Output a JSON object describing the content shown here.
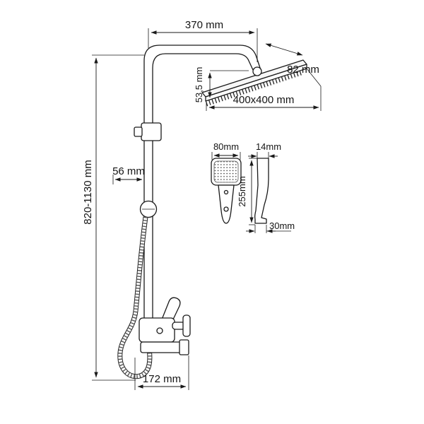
{
  "diagram": {
    "kind": "technical-drawing",
    "subject": "shower-system-with-rain-head-hand-shower-and-bath-mixer",
    "ink_color": "#1a1a1a",
    "background_color": "#ffffff",
    "dims": {
      "top_arm_width": "370 mm",
      "head_edge_offset": "82 mm",
      "head_drop": "53,5 mm",
      "head_size": "400x400 mm",
      "column_height": "820-1130 mm",
      "pipe_offset": "56 mm",
      "handshower_width": "80mm",
      "handshower_depth": "14mm",
      "handshower_length": "255mm",
      "handshower_bottom_width": "30mm",
      "spout_length": "172 mm"
    }
  }
}
